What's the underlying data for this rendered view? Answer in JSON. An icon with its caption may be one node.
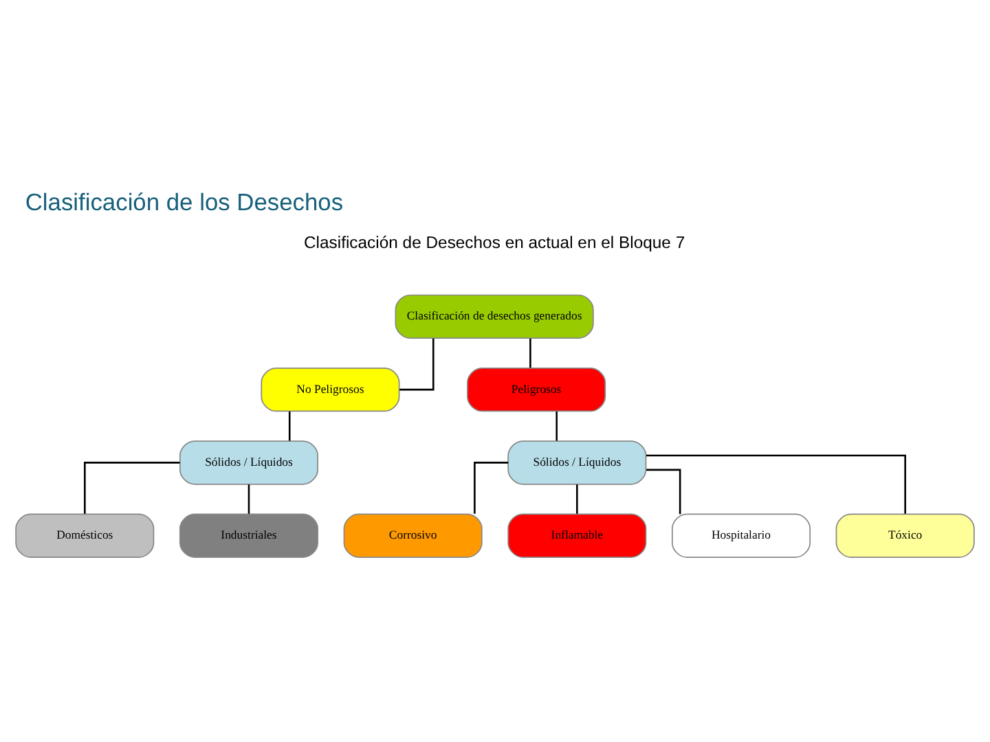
{
  "diagram": {
    "title": "Clasificación de los Desechos",
    "nodes": [
      {
        "text": [
          "Clasificación de desechos generados"
        ]
      },
      {
        "text": [
          "No Peligrosos"
        ]
      },
      {
        "text": [
          "Peligrosos"
        ]
      },
      {
        "text": [
          "Sólidos / Líquidos"
        ]
      },
      {
        "text": [
          "Sólidos / Líquidos"
        ]
      },
      {
        "text": [
          "Domésticos"
        ]
      },
      {
        "text": [
          "Industriales"
        ]
      },
      {
        "text": [
          "Corrosivo"
        ]
      },
      {
        "text": [
          "Inflamable"
        ]
      },
      {
        "text": [
          "Hospitalario"
        ]
      },
      {
        "text": [
          "Tóxico"
        ]
      }
    ],
    "edges": [
      {
        "from": 0,
        "to": 1,
        "arrow": "none"
      },
      {
        "from": 0,
        "to": 2,
        "arrow": "none"
      },
      {
        "from": 1,
        "to": 3,
        "arrow": "none"
      },
      {
        "from": 2,
        "to": 4,
        "arrow": "none"
      },
      {
        "from": 3,
        "to": 5,
        "arrow": "none"
      },
      {
        "from": 3,
        "to": 6,
        "arrow": "none"
      },
      {
        "from": 4,
        "to": 7,
        "arrow": "none"
      },
      {
        "from": 4,
        "to": 8,
        "arrow": "none"
      },
      {
        "from": 4,
        "to": 9,
        "arrow": "none"
      },
      {
        "from": 4,
        "to": 10,
        "arrow": "none"
      }
    ],
    "labels": [
      "Clasificación de Desechos en actual en el Bloque 7"
    ]
  }
}
